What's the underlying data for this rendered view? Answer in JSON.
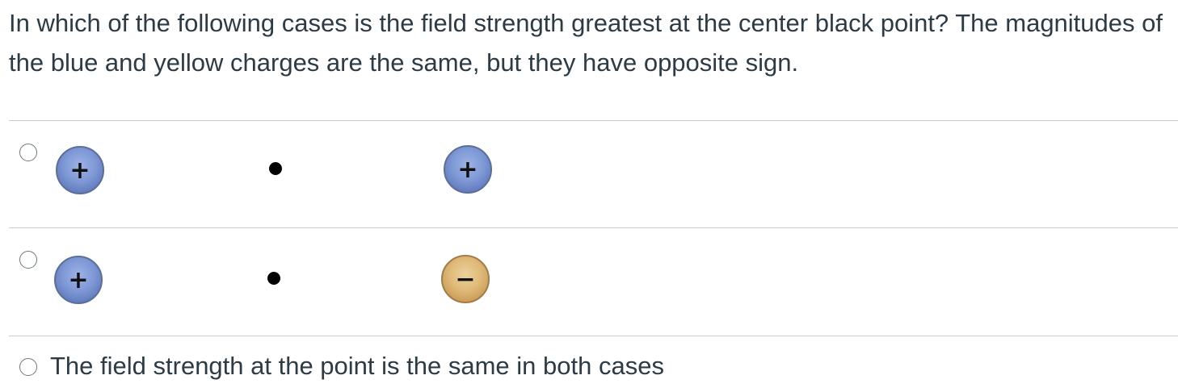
{
  "question": {
    "text": "In which of the following cases is the field strength greatest at the center black point? The magnitudes of the blue and yellow charges are the same, but they have opposite sign."
  },
  "options": [
    {
      "left_charge": {
        "sign": "+",
        "color": "blue"
      },
      "right_charge": {
        "sign": "+",
        "color": "blue"
      }
    },
    {
      "left_charge": {
        "sign": "+",
        "color": "blue"
      },
      "right_charge": {
        "sign": "−",
        "color": "yellow"
      }
    },
    {
      "label": "The field strength at the point is the same in both cases"
    }
  ],
  "colors": {
    "text": "#2d3b45",
    "divider": "#c7cdd1",
    "positive_charge": "#7f98d6",
    "negative_charge": "#dfb978",
    "point": "#000000"
  }
}
